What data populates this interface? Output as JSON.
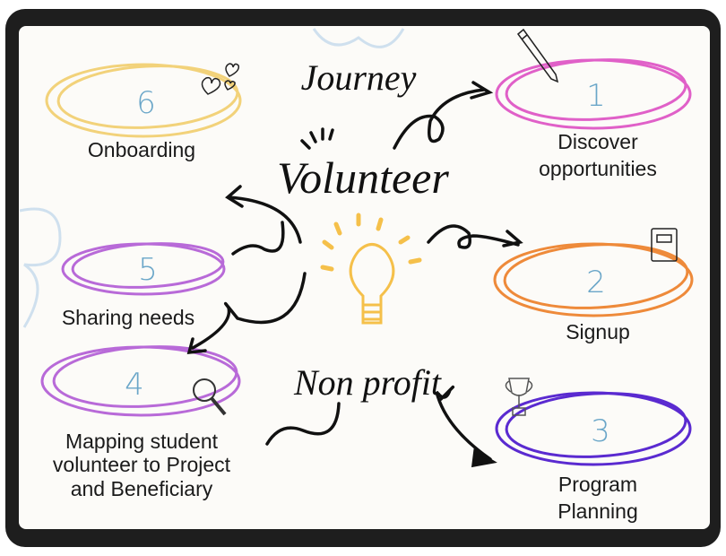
{
  "title_words": {
    "journey": "Journey",
    "volunteer": "Volunteer",
    "nonprofit": "Non profit"
  },
  "colors": {
    "frame": "#1e1e1e",
    "canvas": "#fcfbf8",
    "number": "#6aa6c8",
    "bulb": "#f5c04a"
  },
  "steps": [
    {
      "number": "1",
      "label_lines": [
        "Discover",
        "opportunities"
      ],
      "color": "#e060c8",
      "icon": "pencil-icon"
    },
    {
      "number": "2",
      "label_lines": [
        "Signup"
      ],
      "color": "#ee8a3a",
      "icon": "notebook-icon"
    },
    {
      "number": "3",
      "label_lines": [
        "Program",
        "Planning"
      ],
      "color": "#5a2ad0",
      "icon": "trophy-icon"
    },
    {
      "number": "4",
      "label_lines": [
        "Mapping student",
        "volunteer to Project",
        "and Beneficiary"
      ],
      "color": "#b86ad8",
      "icon": "magnifier-icon"
    },
    {
      "number": "5",
      "label_lines": [
        "Sharing needs"
      ],
      "color": "#b86ad8",
      "icon": ""
    },
    {
      "number": "6",
      "label_lines": [
        "Onboarding"
      ],
      "color": "#f2d27a",
      "icon": "hearts-icon"
    }
  ]
}
